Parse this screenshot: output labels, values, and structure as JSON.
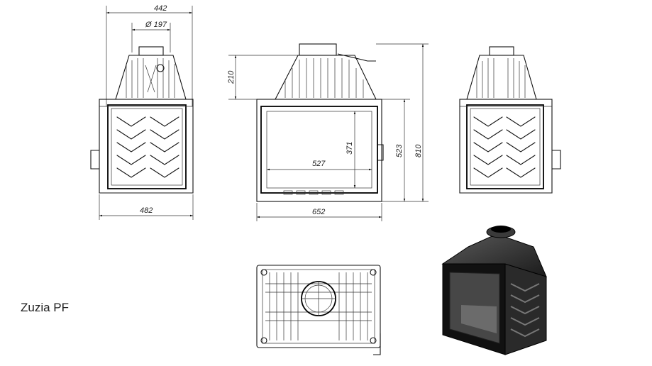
{
  "title": "Zuzia PF",
  "dimensions": {
    "side_height_width": "442",
    "flue_diameter": "Ø 197",
    "side_width": "482",
    "front_width": "652",
    "hood_height": "210",
    "opening_width": "527",
    "opening_height": "371",
    "body_height": "523",
    "total_height": "810"
  }
}
